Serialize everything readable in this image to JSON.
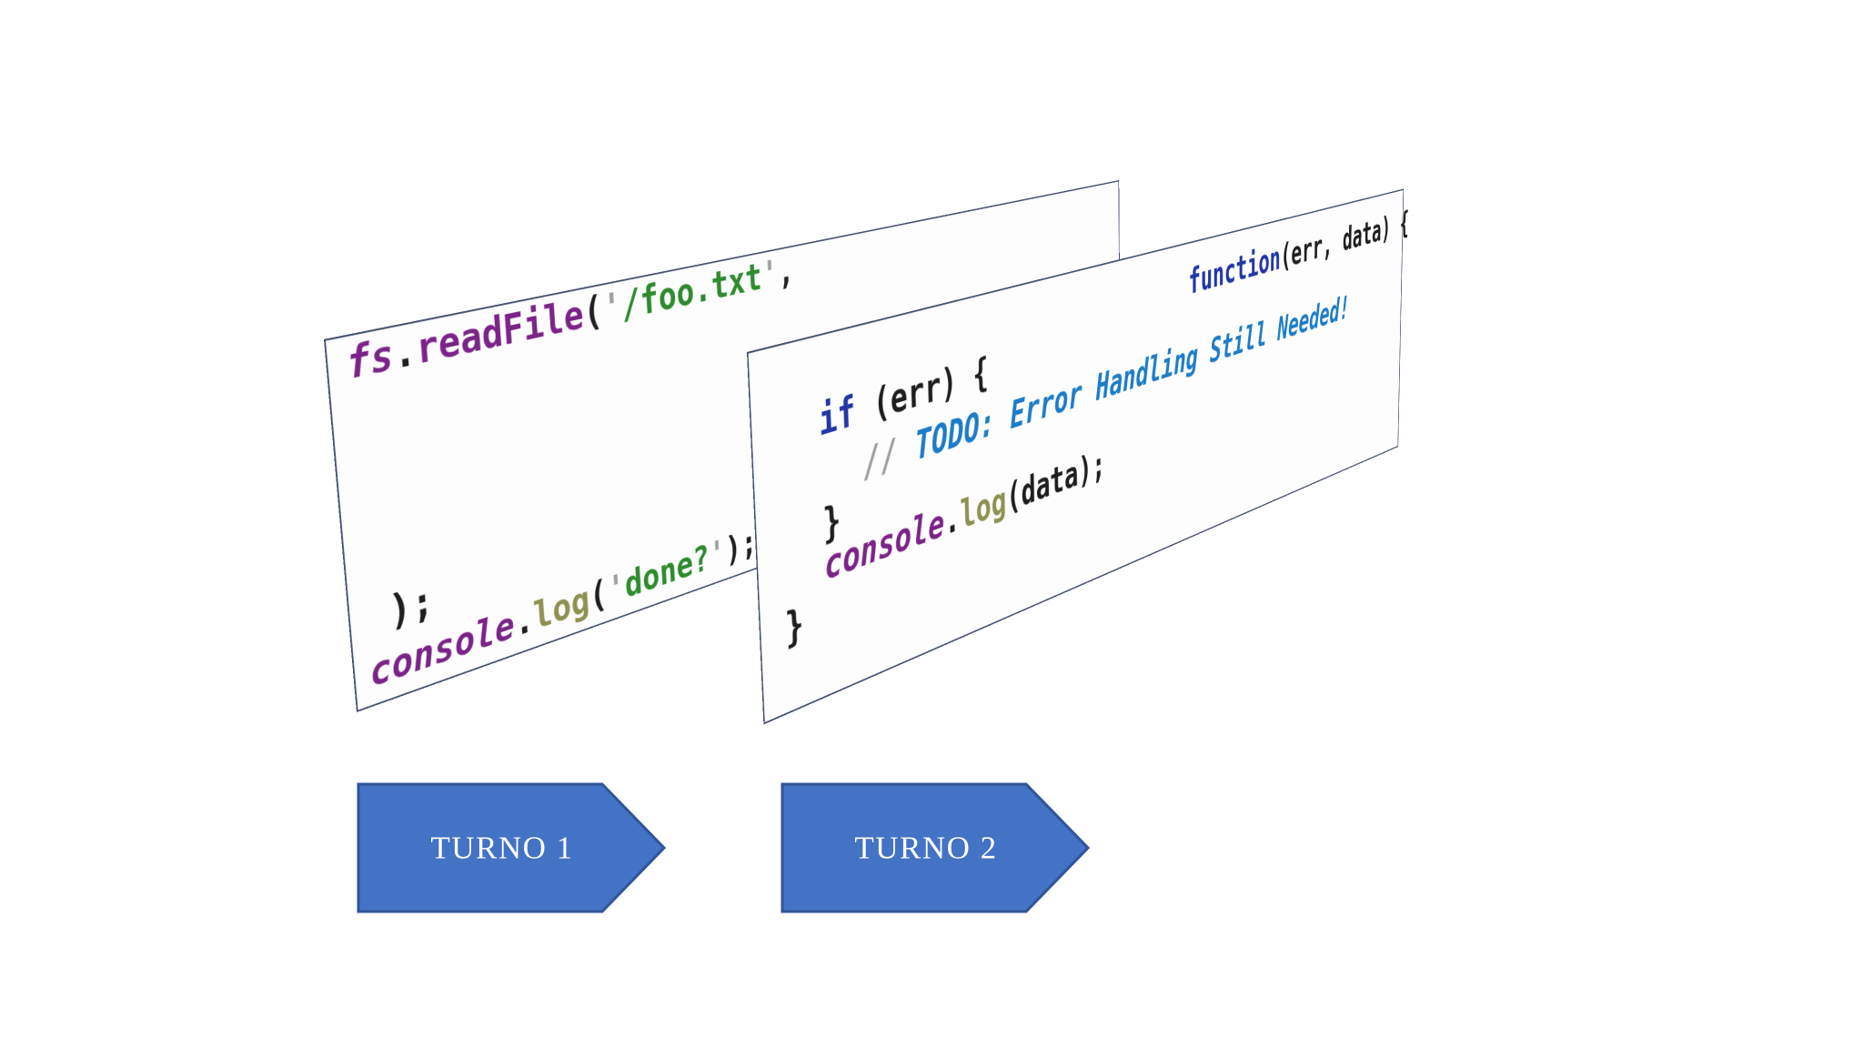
{
  "colors": {
    "arrow_fill": "#4472C4",
    "arrow_border": "#2F5597",
    "panel_border": "#44506E",
    "keyword_navy": "#2336A6",
    "identifier_purple": "#7B2488",
    "string_green": "#2E8B2E",
    "method_olive": "#8E9150",
    "comment_blue": "#1C7CC8",
    "punctuation_gray": "#A0A0A0",
    "code_black": "#1e1e1e"
  },
  "panels": [
    {
      "name": "turn-1-code-panel",
      "lines": [
        [
          {
            "t": "fs",
            "c": "purple",
            "i": true
          },
          {
            "t": ".",
            "c": "black"
          },
          {
            "t": "readFile",
            "c": "purple"
          },
          {
            "t": "(",
            "c": "black"
          },
          {
            "t": "'",
            "c": "gray"
          },
          {
            "t": "/foo.txt",
            "c": "green"
          },
          {
            "t": "'",
            "c": "gray"
          },
          {
            "t": ",",
            "c": "black"
          }
        ],
        [
          {
            "t": ");",
            "c": "black"
          }
        ],
        [
          {
            "t": "console",
            "c": "purple",
            "i": true
          },
          {
            "t": ".",
            "c": "black"
          },
          {
            "t": "log",
            "c": "olive"
          },
          {
            "t": "(",
            "c": "black"
          },
          {
            "t": "'",
            "c": "gray"
          },
          {
            "t": "done?",
            "c": "green"
          },
          {
            "t": "'",
            "c": "gray"
          },
          {
            "t": ");",
            "c": "black"
          }
        ]
      ]
    },
    {
      "name": "turn-2-code-panel",
      "lines": [
        [
          {
            "t": "function",
            "c": "navy"
          },
          {
            "t": "(err, data) {",
            "c": "black"
          }
        ],
        [
          {
            "t": "if",
            "c": "navy"
          },
          {
            "t": " (err) {",
            "c": "black"
          }
        ],
        [
          {
            "t": "// ",
            "c": "gray",
            "i": true
          },
          {
            "t": "TODO: Error Handling Still Needed!",
            "c": "blue",
            "i": true
          }
        ],
        [
          {
            "t": "}",
            "c": "black"
          }
        ],
        [
          {
            "t": "console",
            "c": "purple",
            "i": true
          },
          {
            "t": ".",
            "c": "black"
          },
          {
            "t": "log",
            "c": "olive"
          },
          {
            "t": "(data);",
            "c": "black"
          }
        ],
        [
          {
            "t": "}",
            "c": "black"
          }
        ]
      ]
    }
  ],
  "arrows": [
    {
      "label": "TURNO 1"
    },
    {
      "label": "TURNO 2"
    }
  ]
}
